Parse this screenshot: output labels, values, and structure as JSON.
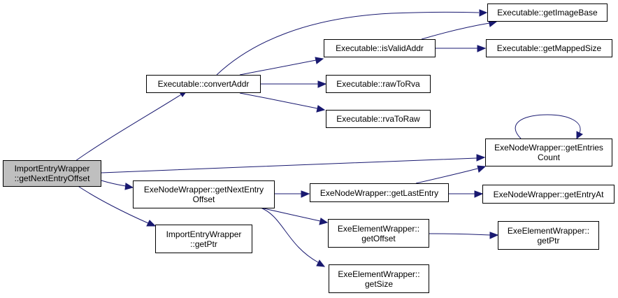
{
  "nodes": {
    "root": "ImportEntryWrapper\n::getNextEntryOffset",
    "convertAddr": "Executable::convertAddr",
    "getImageBase": "Executable::getImageBase",
    "isValidAddr": "Executable::isValidAddr",
    "getMappedSize": "Executable::getMappedSize",
    "rawToRva": "Executable::rawToRva",
    "rvaToRaw": "Executable::rvaToRaw",
    "getEntriesCount": "ExeNodeWrapper::getEntries\nCount",
    "nodeGetNextEntryOffset": "ExeNodeWrapper::getNextEntry\nOffset",
    "getLastEntry": "ExeNodeWrapper::getLastEntry",
    "getEntryAt": "ExeNodeWrapper::getEntryAt",
    "importGetPtr": "ImportEntryWrapper\n::getPtr",
    "elemGetOffset": "ExeElementWrapper::\ngetOffset",
    "elemGetPtr": "ExeElementWrapper::\ngetPtr",
    "elemGetSize": "ExeElementWrapper::\ngetSize"
  },
  "colors": {
    "edge": "#191970",
    "root_fill": "#bfbfbf",
    "node_fill": "#ffffff",
    "border": "#000000"
  }
}
